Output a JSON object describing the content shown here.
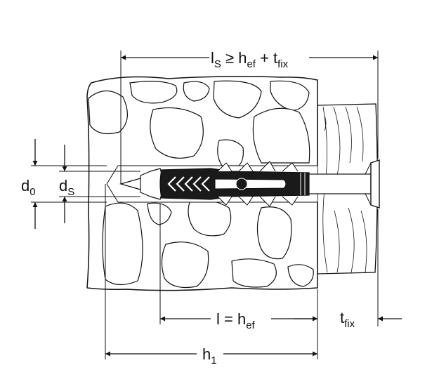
{
  "labels": {
    "ls_main": "l",
    "ls_sub": "S",
    "ls_rel": " ≥ h",
    "ls_ef": "ef",
    "ls_plus": " + t",
    "ls_fix": "fix",
    "d0_main": "d",
    "d0_sub": "0",
    "ds_main": "d",
    "ds_sub": "S",
    "l_main": "l = h",
    "l_sub": "ef",
    "tfix_main": "t",
    "tfix_sub": "fix",
    "h1_main": "h",
    "h1_sub": "1"
  }
}
